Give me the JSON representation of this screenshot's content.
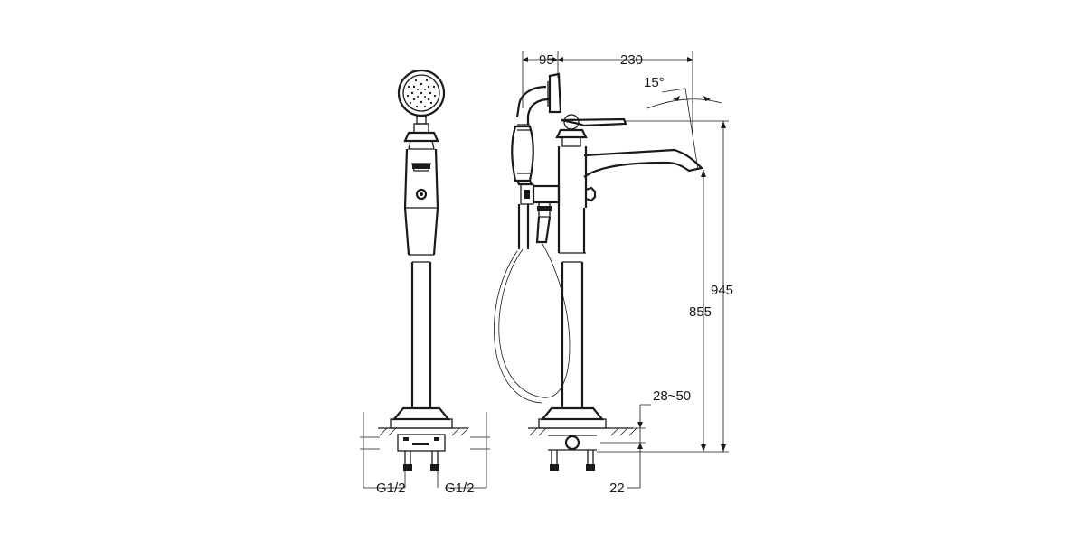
{
  "dimensions": {
    "spout_offset": "95",
    "spout_reach": "230",
    "spout_angle": "15°",
    "total_height": "945",
    "spout_height": "855",
    "floor_range": "28~50",
    "base_depth": "22",
    "inlet_left": "G1/2",
    "inlet_right": "G1/2"
  }
}
